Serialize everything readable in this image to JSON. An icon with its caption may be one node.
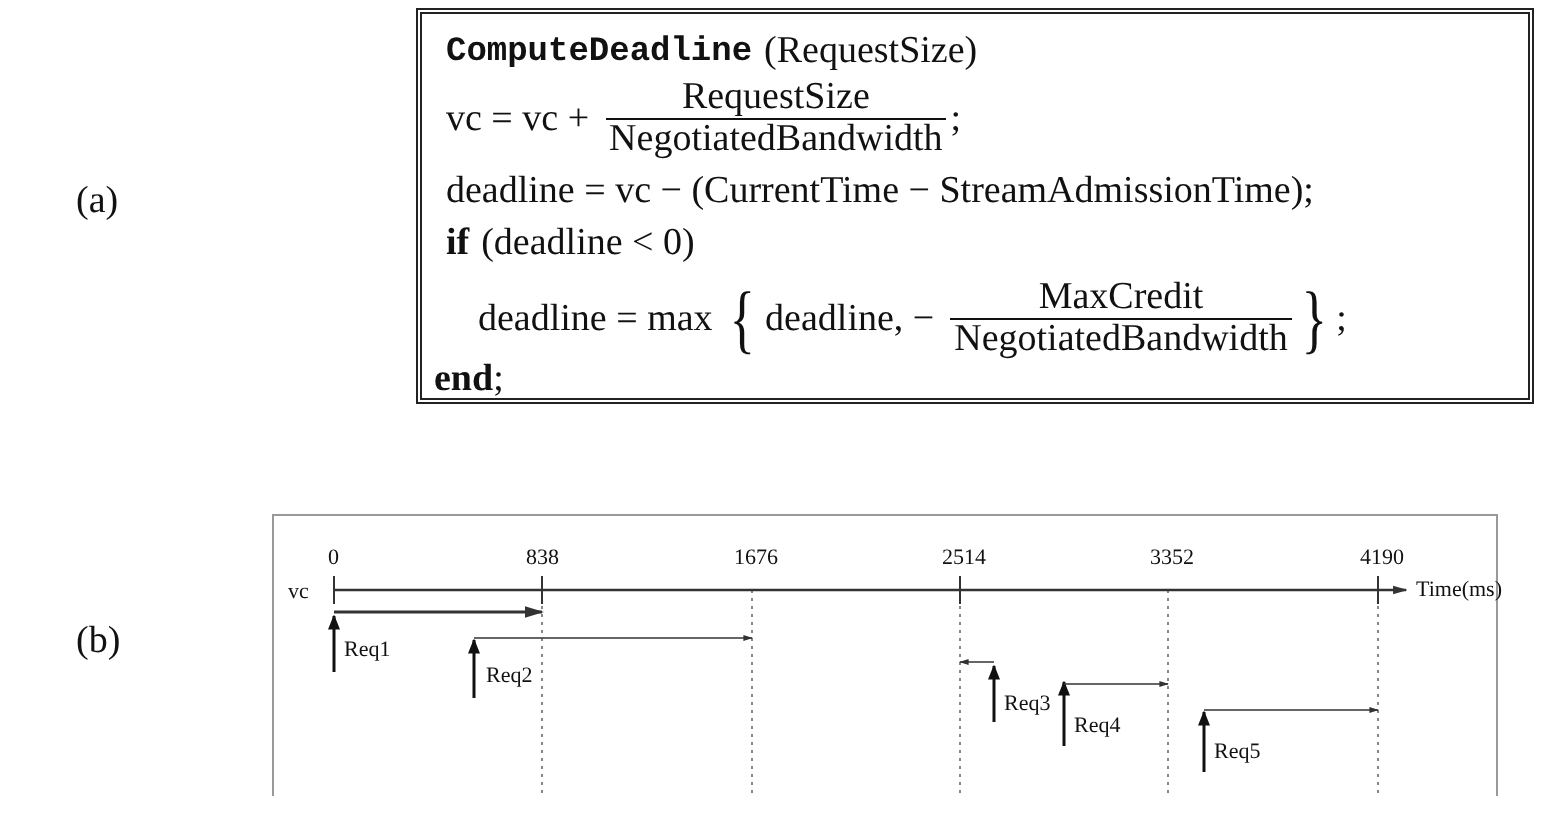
{
  "diagram": {
    "nodes": [
      {
        "text": [
          "ComputeDeadline",
          "(RequestSize)",
          "vc = vc +",
          "RequestSize",
          "NegotiatedBandwidth",
          ";",
          "deadline = vc − (CurrentTime − StreamAdmissionTime);",
          "if",
          "(deadline < 0)",
          "deadline = max",
          "{",
          "deadline, −",
          "MaxCredit",
          "NegotiatedBandwidth",
          "}",
          ";",
          "**end**;"
        ]
      },
      {
        "text": [
          "0",
          "838",
          "1676",
          "2514",
          "3352",
          "4190",
          "vc",
          "Time(ms)",
          "Req1",
          "Req2",
          "Req3",
          "Req4",
          "Req5"
        ]
      }
    ],
    "labels": [
      "(a)",
      "(b)"
    ]
  }
}
